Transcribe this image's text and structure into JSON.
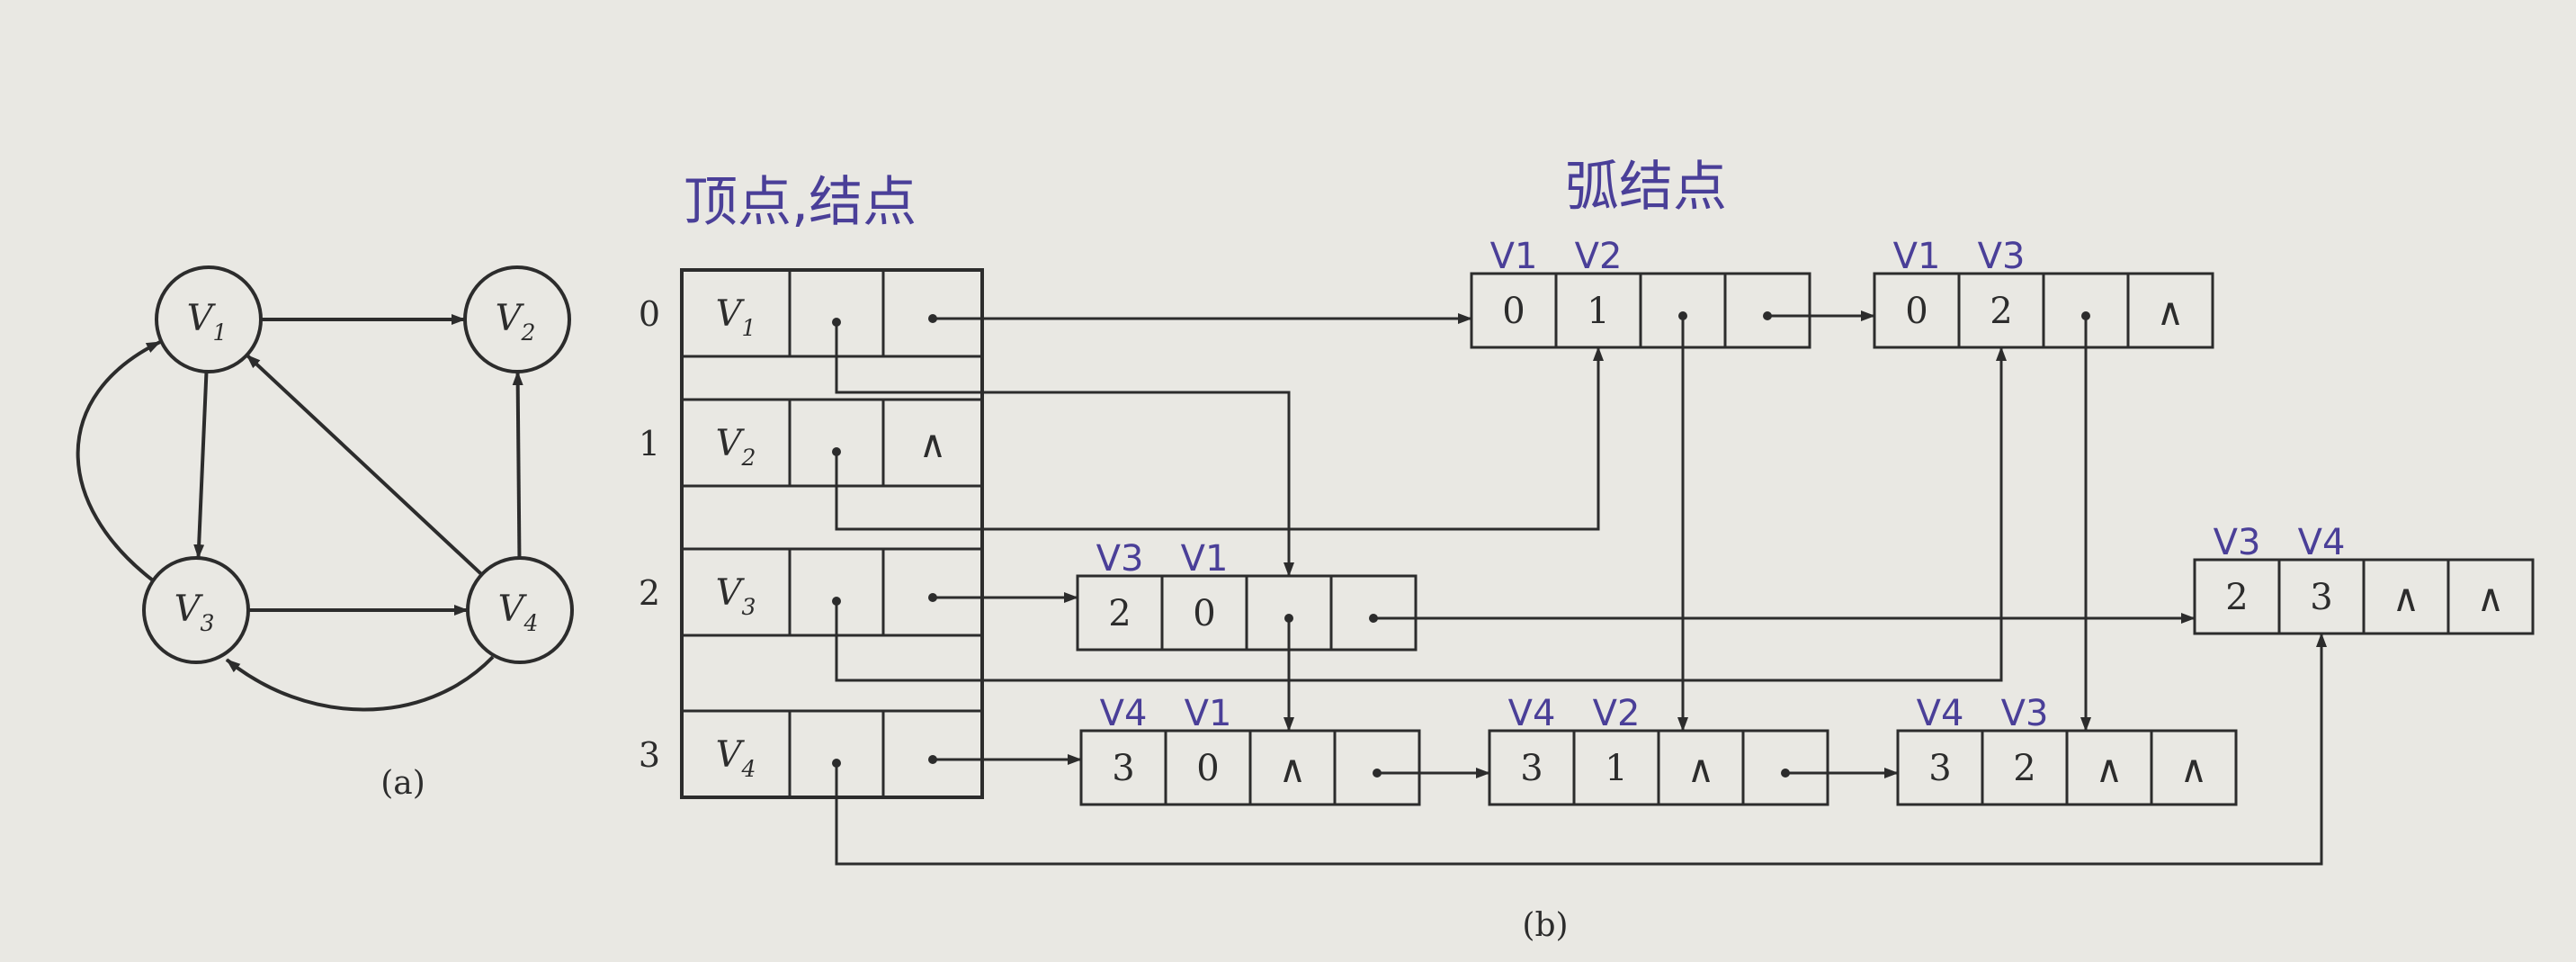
{
  "graph": {
    "caption": "(a)",
    "vertices": [
      {
        "id": "v1",
        "label": "V",
        "sub": "1"
      },
      {
        "id": "v2",
        "label": "V",
        "sub": "2"
      },
      {
        "id": "v3",
        "label": "V",
        "sub": "3"
      },
      {
        "id": "v4",
        "label": "V",
        "sub": "4"
      }
    ],
    "edges": [
      {
        "from": "v1",
        "to": "v2"
      },
      {
        "from": "v1",
        "to": "v3"
      },
      {
        "from": "v3",
        "to": "v4"
      },
      {
        "from": "v4",
        "to": "v1"
      },
      {
        "from": "v4",
        "to": "v2"
      },
      {
        "from": "v3",
        "to": "v1",
        "curved": true
      },
      {
        "from": "v4",
        "to": "v3",
        "curved": true
      }
    ]
  },
  "orthogonal_list": {
    "caption": "(b)",
    "annotations": {
      "vertex_nodes": "顶点,结点",
      "arc_nodes": "弧结点"
    },
    "null_symbol": "∧",
    "vertices": [
      {
        "index": "0",
        "label": "V",
        "sub": "1"
      },
      {
        "index": "1",
        "label": "V",
        "sub": "2"
      },
      {
        "index": "2",
        "label": "V",
        "sub": "3"
      },
      {
        "index": "3",
        "label": "V",
        "sub": "4"
      }
    ],
    "arc_nodes": [
      {
        "id": "a01",
        "tail": "0",
        "head": "1",
        "note_tail": "V1",
        "note_head": "V2"
      },
      {
        "id": "a02",
        "tail": "0",
        "head": "2",
        "note_tail": "V1",
        "note_head": "V3"
      },
      {
        "id": "a20",
        "tail": "2",
        "head": "0",
        "note_tail": "V3",
        "note_head": "V1"
      },
      {
        "id": "a23",
        "tail": "2",
        "head": "3",
        "note_tail": "V3",
        "note_head": "V4"
      },
      {
        "id": "a30",
        "tail": "3",
        "head": "0",
        "note_tail": "V4",
        "note_head": "V1"
      },
      {
        "id": "a31",
        "tail": "3",
        "head": "1",
        "note_tail": "V4",
        "note_head": "V2"
      },
      {
        "id": "a32",
        "tail": "3",
        "head": "2",
        "note_tail": "V4",
        "note_head": "V3"
      }
    ]
  },
  "colors": {
    "ink": "#2c2c2c",
    "handwriting": "#4a3f98",
    "paper": "#e9e8e3"
  }
}
